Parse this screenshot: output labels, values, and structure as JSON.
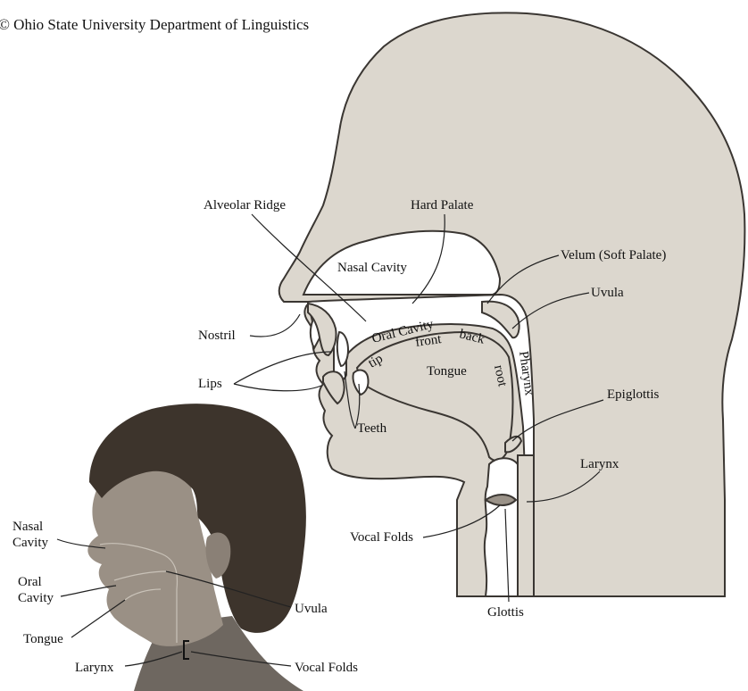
{
  "credit": "© Ohio State University Department of Linguistics",
  "labels": {
    "alveolar_ridge": "Alveolar Ridge",
    "hard_palate": "Hard Palate",
    "nasal_cavity": "Nasal Cavity",
    "velum": "Velum (Soft Palate)",
    "uvula": "Uvula",
    "nostril": "Nostril",
    "oral_cavity": "Oral Cavity",
    "front": "front",
    "back": "back",
    "tip": "tip",
    "tongue": "Tongue",
    "root": "root",
    "pharynx": "Pharynx",
    "lips": "Lips",
    "teeth": "Teeth",
    "epiglottis": "Epiglottis",
    "larynx": "Larynx",
    "vocal_folds": "Vocal Folds",
    "glottis": "Glottis"
  },
  "photo_labels": {
    "nasal": "Nasal",
    "nasal_cavity_2": "Cavity",
    "oral": "Oral",
    "oral_cavity_2": "Cavity",
    "tongue": "Tongue",
    "larynx": "Larynx",
    "uvula": "Uvula",
    "vocal_folds": "Vocal Folds"
  },
  "colors": {
    "tissue": "#dcd7ce",
    "cavity": "#ffffff",
    "outline": "#3a3632",
    "photo_bg": "#ffffff",
    "hair": "#3d342c",
    "skin": "#8c8378"
  }
}
